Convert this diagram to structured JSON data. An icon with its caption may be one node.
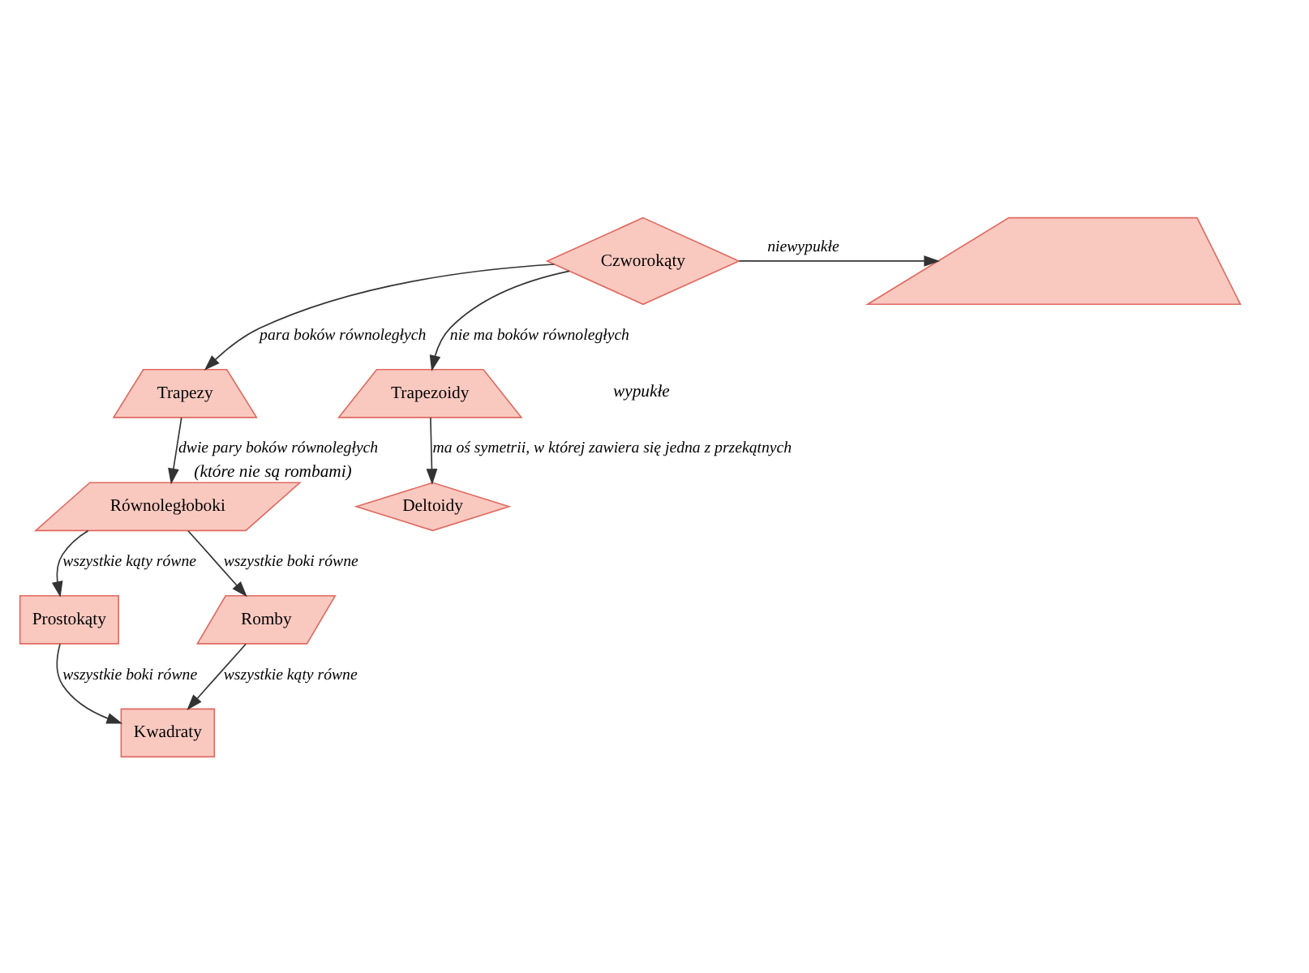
{
  "diagram": {
    "nodes": [
      {
        "text": [
          "Czworokąty"
        ]
      },
      {
        "text": [],
        "shape": "polygon"
      },
      {
        "text": [
          "Trapezy"
        ]
      },
      {
        "text": [
          "Trapezoidy"
        ]
      },
      {
        "text": [
          "Równoległoboki"
        ]
      },
      {
        "text": [
          "Deltoidy"
        ],
        "beside": [
          "(które nie są rombami)"
        ]
      },
      {
        "text": [
          "Prostokąty"
        ]
      },
      {
        "text": [
          "Romby"
        ]
      },
      {
        "text": [
          "Kwadraty"
        ]
      }
    ],
    "edges": [
      {
        "from": 0,
        "to": 1,
        "arrow": "to",
        "label": "niewypukłe"
      },
      {
        "from": 0,
        "to": 2,
        "arrow": "to",
        "label": "para boków równoległych"
      },
      {
        "from": 0,
        "to": 3,
        "arrow": "to",
        "label": "nie ma boków równoległych"
      },
      {
        "from": 2,
        "to": 4,
        "arrow": "to",
        "label": "dwie pary boków równoległych"
      },
      {
        "from": 3,
        "to": 5,
        "arrow": "to",
        "label": "ma oś symetrii, w której zawiera się jedna z przekątnych"
      },
      {
        "from": 4,
        "to": 6,
        "arrow": "to",
        "label": "wszystkie kąty równe"
      },
      {
        "from": 4,
        "to": 7,
        "arrow": "to",
        "label": "wszystkie boki równe"
      },
      {
        "from": 6,
        "to": 8,
        "arrow": "to",
        "label": "wszystkie boki równe"
      },
      {
        "from": 7,
        "to": 8,
        "arrow": "to",
        "label": "wszystkie kąty równe"
      }
    ],
    "labels": [
      "wypukłe"
    ]
  }
}
